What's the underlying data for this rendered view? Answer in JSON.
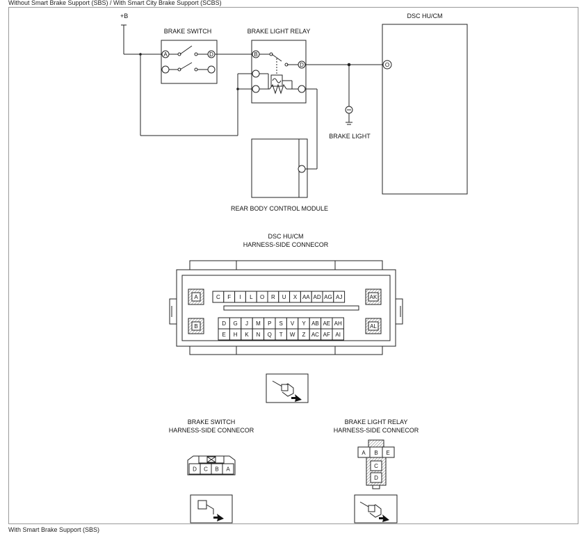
{
  "header_caption": "Without Smart Brake Support (SBS) / With Smart City Brake Support (SCBS)",
  "footer_caption": "With Smart Brake Support (SBS)",
  "wiring": {
    "plus_b": "+B",
    "brake_switch": {
      "title": "BRAKE SWITCH",
      "term_in": "A",
      "term_out": "D"
    },
    "relay": {
      "title": "BRAKE LIGHT RELAY",
      "term_in": "B",
      "term_out": "D"
    },
    "dsc": {
      "title": "DSC HU/CM",
      "term": "O"
    },
    "brake_light": "BRAKE LIGHT",
    "rbcm": "REAR BODY CONTROL MODULE"
  },
  "dsc_connector": {
    "title1": "DSC HU/CM",
    "title2": "HARNESS-SIDE CONNECOR",
    "left_top": "A",
    "left_bottom": "B",
    "right_top": "AK",
    "right_bottom": "AL",
    "row1": [
      "C",
      "F",
      "I",
      "L",
      "O",
      "R",
      "U",
      "X",
      "AA",
      "AD",
      "AG",
      "AJ"
    ],
    "row2": [
      "D",
      "G",
      "J",
      "M",
      "P",
      "S",
      "V",
      "Y",
      "AB",
      "AE",
      "AH"
    ],
    "row3": [
      "E",
      "H",
      "K",
      "N",
      "Q",
      "T",
      "W",
      "Z",
      "AC",
      "AF",
      "AI"
    ]
  },
  "switch_connector": {
    "title1": "BRAKE SWITCH",
    "title2": "HARNESS-SIDE CONNECOR",
    "pins": [
      "D",
      "C",
      "B",
      "A"
    ]
  },
  "relay_connector": {
    "title1": "BRAKE LIGHT RELAY",
    "title2": "HARNESS-SIDE CONNECOR",
    "top": [
      "A",
      "B",
      "E"
    ],
    "mid": "C",
    "bottom": "D"
  }
}
